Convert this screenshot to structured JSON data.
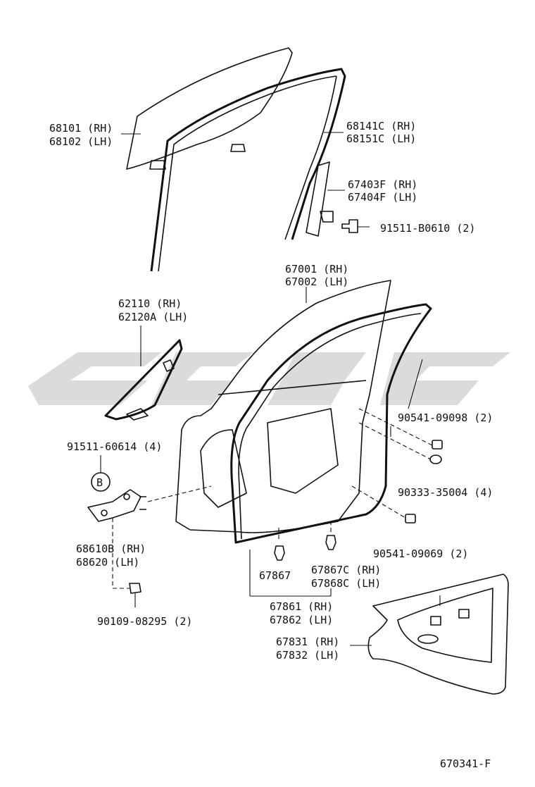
{
  "labels": {
    "p68101": "68101 (RH)",
    "p68102": "68102 (LH)",
    "p68141c": "68141C (RH)",
    "p68151c": "68151C (LH)",
    "p67403f": "67403F (RH)",
    "p67404f": "67404F (LH)",
    "p91511b": "91511-B0610 (2)",
    "p67001": "67001 (RH)",
    "p67002": "67002 (LH)",
    "p62110": "62110  (RH)",
    "p62120a": "62120A (LH)",
    "p90541a": "90541-09098 (2)",
    "p91511c": "91511-60614 (4)",
    "refB": "B",
    "p90333": "90333-35004 (4)",
    "p68610b": "68610B (RH)",
    "p68620": "68620  (LH)",
    "p90541b": "90541-09069 (2)",
    "p67867": "67867",
    "p67867c": "67867C (RH)",
    "p67868c": "67868C (LH)",
    "p67861": "67861 (RH)",
    "p67862": "67862 (LH)",
    "p90109": "90109-08295 (2)",
    "p67831": "67831 (RH)",
    "p67832": "67832 (LH)",
    "figure_code": "670341-F"
  },
  "colors": {
    "line": "#111111",
    "watermark": "#cfcfcf",
    "background": "#ffffff"
  }
}
